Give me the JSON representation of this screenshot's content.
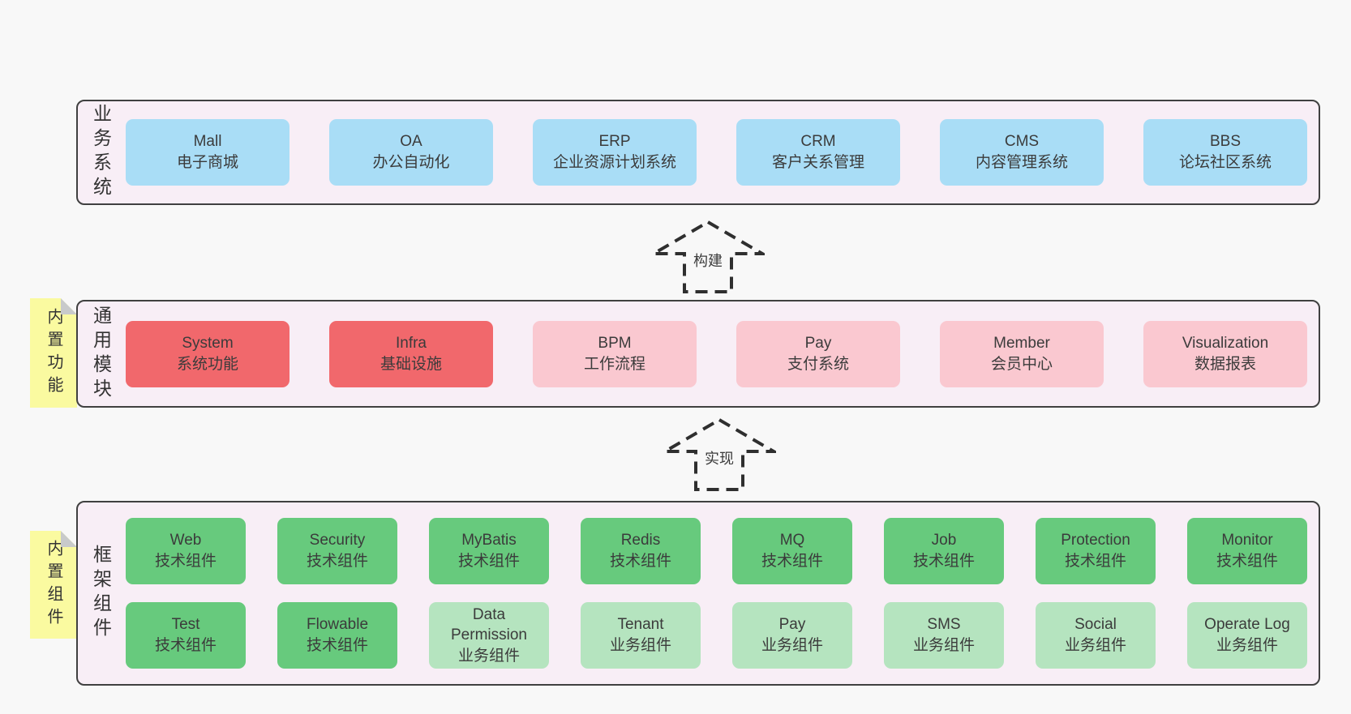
{
  "colors": {
    "page_bg": "#f8f8f8",
    "band_bg": "#f8eef6",
    "band_border": "#404040",
    "blue_box": "#a9ddf6",
    "red_box": "#f1686c",
    "pink_box": "#fac8d0",
    "green_box": "#67ca7d",
    "lightgreen_box": "#b5e4bf",
    "sticky_note": "#fafaa0",
    "note_fold": "#c8cacb",
    "text": "#3b3b3b"
  },
  "band1": {
    "label": "业务系统",
    "boxes": [
      {
        "title": "Mall",
        "subtitle": "电子商城"
      },
      {
        "title": "OA",
        "subtitle": "办公自动化"
      },
      {
        "title": "ERP",
        "subtitle": "企业资源计划系统"
      },
      {
        "title": "CRM",
        "subtitle": "客户关系管理"
      },
      {
        "title": "CMS",
        "subtitle": "内容管理系统"
      },
      {
        "title": "BBS",
        "subtitle": "论坛社区系统"
      }
    ]
  },
  "arrow1": {
    "label": "构建"
  },
  "band2": {
    "label": "通用模块",
    "note": "内置功能",
    "boxes": [
      {
        "title": "System",
        "subtitle": "系统功能"
      },
      {
        "title": "Infra",
        "subtitle": "基础设施"
      },
      {
        "title": "BPM",
        "subtitle": "工作流程"
      },
      {
        "title": "Pay",
        "subtitle": "支付系统"
      },
      {
        "title": "Member",
        "subtitle": "会员中心"
      },
      {
        "title": "Visualization",
        "subtitle": "数据报表"
      }
    ]
  },
  "arrow2": {
    "label": "实现"
  },
  "band3": {
    "label": "框架组件",
    "note": "内置组件",
    "row1": [
      {
        "title": "Web",
        "subtitle": "技术组件"
      },
      {
        "title": "Security",
        "subtitle": "技术组件"
      },
      {
        "title": "MyBatis",
        "subtitle": "技术组件"
      },
      {
        "title": "Redis",
        "subtitle": "技术组件"
      },
      {
        "title": "MQ",
        "subtitle": "技术组件"
      },
      {
        "title": "Job",
        "subtitle": "技术组件"
      },
      {
        "title": "Protection",
        "subtitle": "技术组件"
      },
      {
        "title": "Monitor",
        "subtitle": "技术组件"
      }
    ],
    "row2": [
      {
        "title": "Test",
        "subtitle": "技术组件"
      },
      {
        "title": "Flowable",
        "subtitle": "技术组件"
      },
      {
        "title": "Data Permission",
        "subtitle": "业务组件"
      },
      {
        "title": "Tenant",
        "subtitle": "业务组件"
      },
      {
        "title": "Pay",
        "subtitle": "业务组件"
      },
      {
        "title": "SMS",
        "subtitle": "业务组件"
      },
      {
        "title": "Social",
        "subtitle": "业务组件"
      },
      {
        "title": "Operate Log",
        "subtitle": "业务组件"
      }
    ]
  }
}
